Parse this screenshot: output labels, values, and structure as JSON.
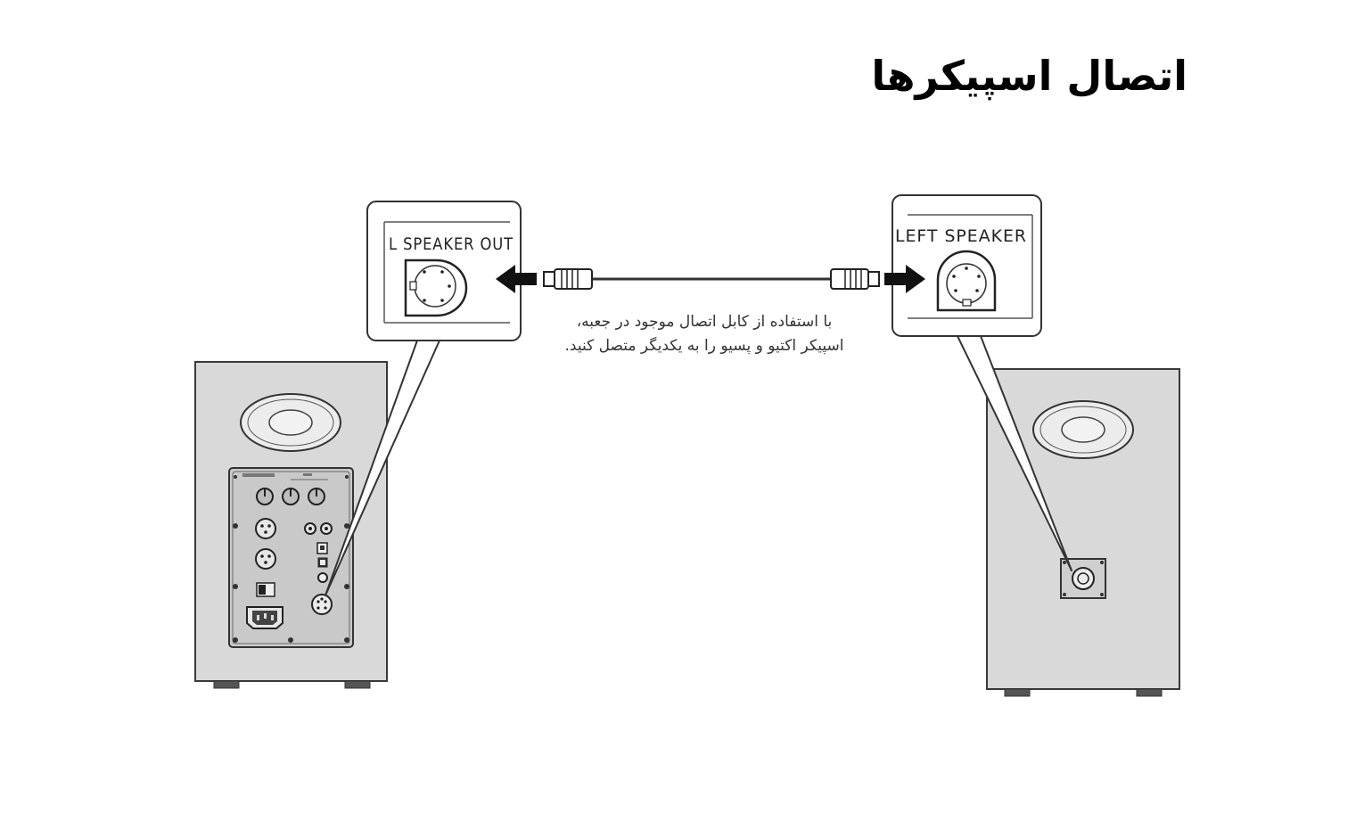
{
  "title": "اتصال اسپیکرها",
  "caption": {
    "line1": "با استفاده از کابل اتصال موجود در جعبه،",
    "line2": "اسپیکر اکتیو و پسیو را به یکدیگر متصل کنید."
  },
  "left_callout": {
    "label": "L SPEAKER OUT"
  },
  "right_callout": {
    "label": "LEFT SPEAKER"
  },
  "colors": {
    "speaker_body": "#d9d9d9",
    "outline": "#3a3a3a",
    "panel": "#cfcfcf",
    "background": "#ffffff"
  }
}
